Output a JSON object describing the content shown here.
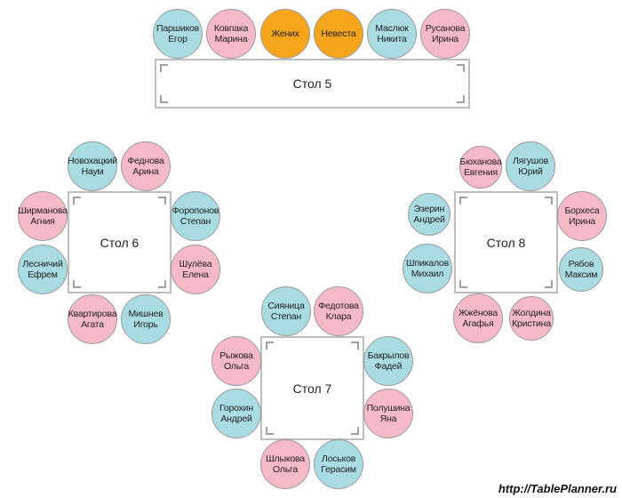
{
  "colors": {
    "male": "#a9dbe2",
    "female": "#f6b9c8",
    "couple": "#f7a51c"
  },
  "tables": [
    {
      "label": "Стол 5",
      "seats": [
        {
          "line1": "Паршиков",
          "line2": "Егор",
          "g": "m"
        },
        {
          "line1": "Ковпака",
          "line2": "Марина",
          "g": "f"
        },
        {
          "line1": "Жених",
          "line2": "",
          "g": "c"
        },
        {
          "line1": "Невеста",
          "line2": "",
          "g": "c"
        },
        {
          "line1": "Маслюк",
          "line2": "Никита",
          "g": "m"
        },
        {
          "line1": "Русанова",
          "line2": "Ирина",
          "g": "f"
        }
      ]
    },
    {
      "label": "Стол 6",
      "seats": [
        {
          "line1": "Новохацкий",
          "line2": "Наум",
          "g": "m"
        },
        {
          "line1": "Феднова",
          "line2": "Арина",
          "g": "f"
        },
        {
          "line1": "Ширманова",
          "line2": "Агния",
          "g": "f"
        },
        {
          "line1": "Форопонов",
          "line2": "Степан",
          "g": "m"
        },
        {
          "line1": "Лесничий",
          "line2": "Ефрем",
          "g": "m"
        },
        {
          "line1": "Шулёва",
          "line2": "Елена",
          "g": "f"
        },
        {
          "line1": "Квартирова",
          "line2": "Агата",
          "g": "f"
        },
        {
          "line1": "Мишнев",
          "line2": "Игорь",
          "g": "m"
        }
      ]
    },
    {
      "label": "Стол 7",
      "seats": [
        {
          "line1": "Сияница",
          "line2": "Степан",
          "g": "m"
        },
        {
          "line1": "Федотова",
          "line2": "Клара",
          "g": "f"
        },
        {
          "line1": "Рыжова",
          "line2": "Ольга",
          "g": "f"
        },
        {
          "line1": "Бакрылов",
          "line2": "Фадей",
          "g": "m"
        },
        {
          "line1": "Горохин",
          "line2": "Андрей",
          "g": "m"
        },
        {
          "line1": "Полушина",
          "line2": "Яна",
          "g": "f"
        },
        {
          "line1": "Шлыкова",
          "line2": "Ольга",
          "g": "f"
        },
        {
          "line1": "Лоськов",
          "line2": "Герасим",
          "g": "m"
        }
      ]
    },
    {
      "label": "Стол 8",
      "seats": [
        {
          "line1": "Бюханова",
          "line2": "Евгения",
          "g": "f"
        },
        {
          "line1": "Лягушов",
          "line2": "Юрий",
          "g": "m"
        },
        {
          "line1": "Эзерин",
          "line2": "Андрей",
          "g": "m"
        },
        {
          "line1": "Борхеса",
          "line2": "Ирина",
          "g": "f"
        },
        {
          "line1": "Шпикалов",
          "line2": "Михаил",
          "g": "m"
        },
        {
          "line1": "Рябов",
          "line2": "Максим",
          "g": "m"
        },
        {
          "line1": "Жжёнова",
          "line2": "Агафья",
          "g": "f"
        },
        {
          "line1": "Жолдина",
          "line2": "Кристина",
          "g": "f"
        }
      ]
    }
  ],
  "watermark": "http://TablePlanner.ru"
}
